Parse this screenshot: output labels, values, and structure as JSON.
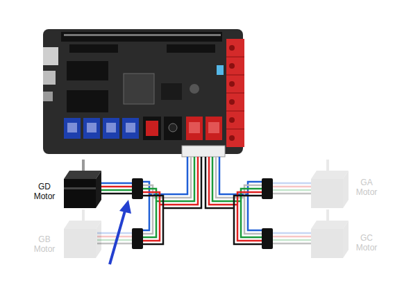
{
  "diagram": {
    "nodes": [
      {
        "text": [
          "GD Motor"
        ]
      },
      {
        "text": [
          "GA Motor"
        ]
      },
      {
        "text": [
          "GB Motor"
        ]
      },
      {
        "text": [
          "GC Motor"
        ]
      }
    ]
  }
}
